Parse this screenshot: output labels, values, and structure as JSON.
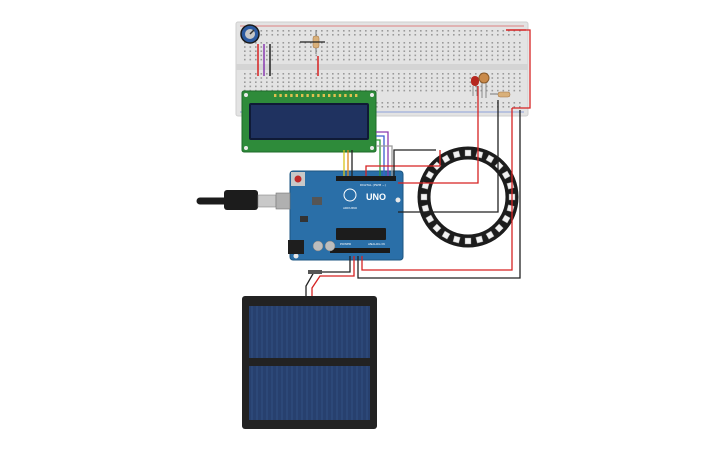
{
  "arduino": {
    "model_label": "UNO",
    "brand_label": "ARDUINO",
    "digital_label": "DIGITAL (PWM ~)",
    "power_label": "POWER",
    "analog_label": "ANALOG IN",
    "color": "#2a6fa8"
  },
  "lcd": {
    "screen_color": "#1f3260",
    "board_color": "#2e8b3a"
  },
  "neopixel_ring": {
    "led_count": 24,
    "color": "#1c1c1c"
  },
  "solar_panel": {
    "cell_color": "#27406e",
    "frame_color": "#222222"
  },
  "breadboard": {
    "color": "#e3e3e3"
  },
  "wire_colors": {
    "red": "#d62222",
    "black": "#222222",
    "orange": "#e08a1e",
    "yellow": "#d8c21a",
    "green": "#2e9b3a",
    "blue": "#3a5fd0",
    "purple": "#8a3ab0",
    "gray": "#9a9a9a"
  }
}
